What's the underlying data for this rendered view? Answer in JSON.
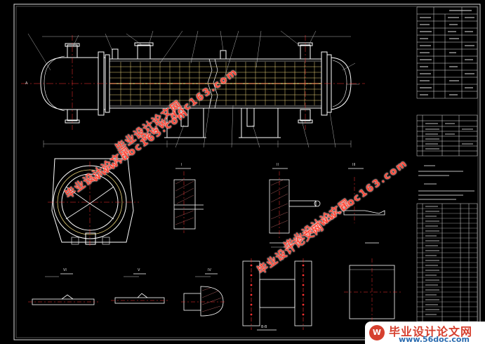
{
  "drawing": {
    "detail_titles": [
      "I",
      "II",
      "III",
      "IV",
      "V",
      "VI"
    ],
    "section_label": "B-B",
    "view_label": "A",
    "colors": {
      "background": "#000000",
      "lines": "#ffffff",
      "center_lines": "#ff3030",
      "tubes": "#e8d27a",
      "hatch": "#d07070"
    }
  },
  "watermarks": {
    "text_cn": "毕业设计论文网",
    "text_url": "www.doc163.com"
  },
  "logo": {
    "text_cn": "毕业设计论文网",
    "text_url": "www.56doc.com"
  }
}
